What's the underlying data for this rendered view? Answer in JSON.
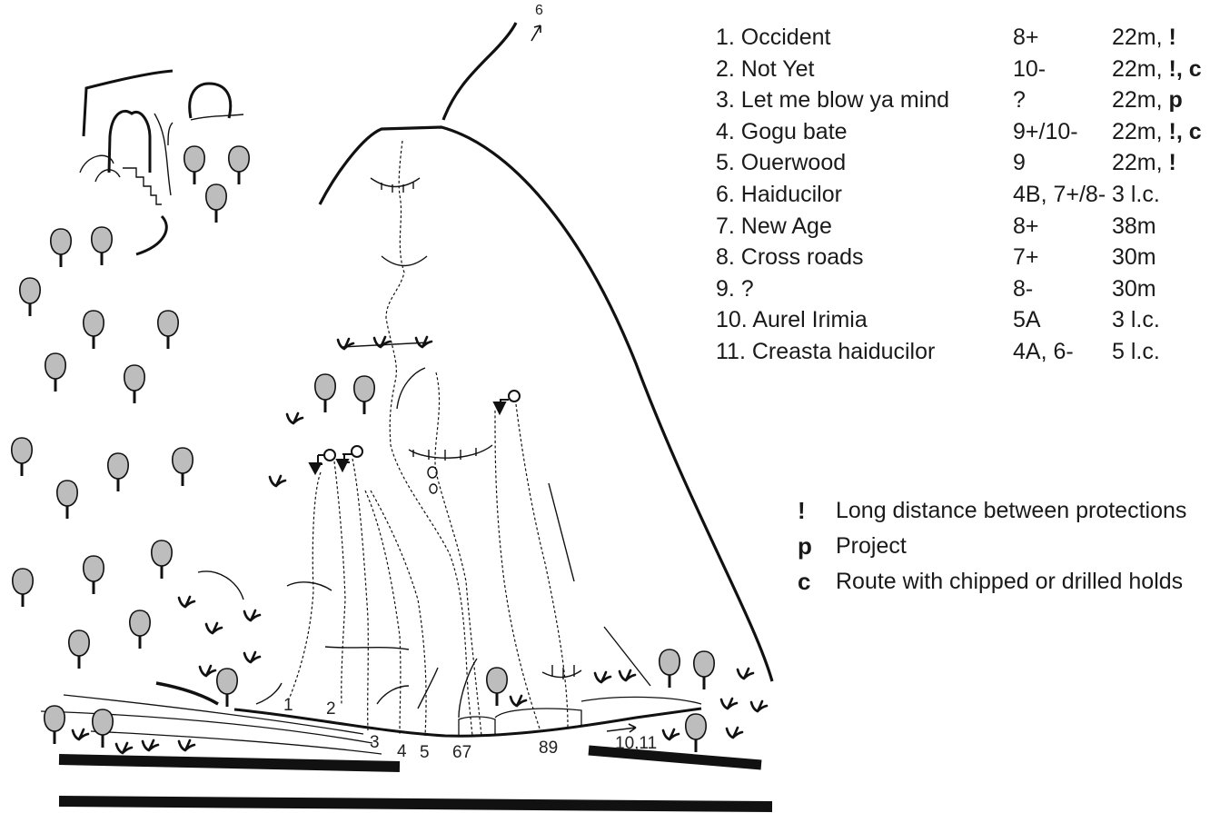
{
  "routes": [
    {
      "name": "1. Occident",
      "grade": "8+",
      "length": "22m, ",
      "flags": "!"
    },
    {
      "name": "2. Not Yet",
      "grade": "10-",
      "length": "22m, ",
      "flags": "!, c"
    },
    {
      "name": "3. Let me blow ya mind",
      "grade": "?",
      "length": "22m, ",
      "flags": "p"
    },
    {
      "name": "4. Gogu bate",
      "grade": "9+/10-",
      "length": "22m, ",
      "flags": "!, c"
    },
    {
      "name": "5. Ouerwood",
      "grade": "9",
      "length": "22m, ",
      "flags": "!"
    },
    {
      "name": "6. Haiducilor",
      "grade": "4B, 7+/8-",
      "length": "3 l.c.",
      "flags": ""
    },
    {
      "name": "7. New Age",
      "grade": "8+",
      "length": "38m",
      "flags": ""
    },
    {
      "name": "8. Cross roads",
      "grade": "7+",
      "length": "30m",
      "flags": ""
    },
    {
      "name": "9. ?",
      "grade": "8-",
      "length": "30m",
      "flags": ""
    },
    {
      "name": "10. Aurel Irimia",
      "grade": "5A",
      "length": "3 l.c.",
      "flags": ""
    },
    {
      "name": "11. Creasta haiducilor",
      "grade": "4A, 6-",
      "length": "5 l.c.",
      "flags": ""
    }
  ],
  "legend": [
    {
      "symbol": "!",
      "text": "Long distance between protections"
    },
    {
      "symbol": "p",
      "text": "Project"
    },
    {
      "symbol": "c",
      "text": "Route with chipped or drilled holds"
    }
  ],
  "topo_labels": {
    "r1": "1",
    "r2": "2",
    "r3": "3",
    "r4": "4",
    "r5": "5",
    "r67": "67",
    "r89": "89",
    "r1011": "10,11",
    "r6_top": "6"
  }
}
